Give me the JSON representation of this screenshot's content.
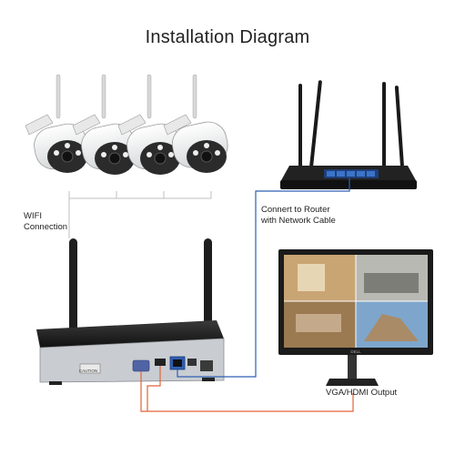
{
  "title": "Installation Diagram",
  "labels": {
    "wifi_line1": "WIFI",
    "wifi_line2": "Connection",
    "router_line1": "Connert to Router",
    "router_line2": "with Network Cable",
    "vga_hdmi": "VGA/HDMI Output",
    "nvr_caution": "CAUTION",
    "monitor_brand": "DELL"
  },
  "colors": {
    "network_cable": "#2f5fb4",
    "video_cable": "#e0633a",
    "nvr_body": "#2a2a2a",
    "nvr_panel": "#c9cdd1",
    "camera_body": "#f2f2f2",
    "router_body": "#1a1a1a",
    "router_ports": "#3b73c9",
    "monitor_frame": "#1b1b1b",
    "wifi_link": "#bfbfbf"
  },
  "cameras": [
    {
      "id": "cam1"
    },
    {
      "id": "cam2"
    },
    {
      "id": "cam3"
    },
    {
      "id": "cam4"
    }
  ]
}
